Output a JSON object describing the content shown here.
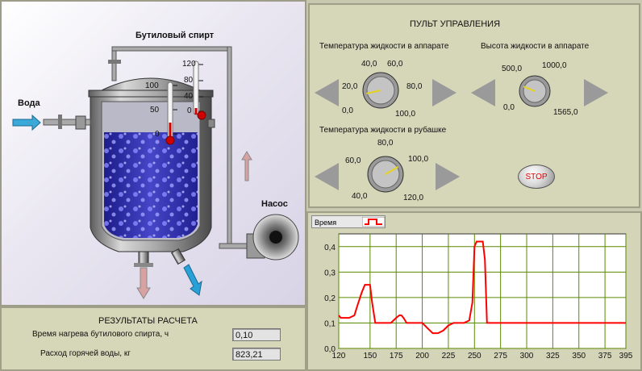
{
  "diagram": {
    "label_product": "Бутиловый спирт",
    "label_water": "Вода",
    "label_pump": "Насос",
    "thermo_left_ticks": [
      "100",
      "50",
      "0"
    ],
    "thermo_right_ticks": [
      "120",
      "80",
      "40",
      "0"
    ]
  },
  "control": {
    "title": "ПУЛЬТ УПРАВЛЕНИЯ",
    "dial1": {
      "title": "Температура жидкости в аппарате",
      "labels": [
        "0,0",
        "20,0",
        "40,0",
        "60,0",
        "80,0",
        "100,0"
      ],
      "level": 0.12
    },
    "dial2": {
      "title": "Высота жидкости в аппарате",
      "labels": [
        "0,0",
        "500,0",
        "1000,0",
        "1565,0"
      ],
      "level": 0.25
    },
    "dial3": {
      "title": "Температура жидкости в рубашке",
      "labels": [
        "40,0",
        "60,0",
        "80,0",
        "100,0",
        "120,0"
      ],
      "level": 0.72
    },
    "stop_label": "STOP"
  },
  "results": {
    "title": "РЕЗУЛЬТАТЫ РАСЧЕТА",
    "row1_label": "Время нагрева бутилового спирта, ч",
    "row1_value": "0,10",
    "row2_label": "Расход горячей воды, кг",
    "row2_value": "823,21"
  },
  "colors": {
    "line": "#ff0000",
    "grid": "#5a8a00",
    "plot_bg": "#ffffff"
  },
  "chart_data": {
    "type": "line",
    "series": [
      {
        "name": "Время",
        "x": [
          120,
          122,
          125,
          130,
          135,
          138,
          142,
          145,
          148,
          150,
          152,
          155,
          160,
          165,
          170,
          175,
          178,
          180,
          182,
          185,
          190,
          195,
          200,
          205,
          210,
          215,
          220,
          225,
          230,
          240,
          245,
          248,
          250,
          252,
          255,
          258,
          260,
          262,
          265,
          270,
          280,
          300,
          320,
          340,
          360,
          380,
          395
        ],
        "y": [
          0.13,
          0.12,
          0.12,
          0.12,
          0.13,
          0.17,
          0.22,
          0.25,
          0.25,
          0.25,
          0.18,
          0.1,
          0.1,
          0.1,
          0.1,
          0.12,
          0.13,
          0.13,
          0.12,
          0.1,
          0.1,
          0.1,
          0.1,
          0.08,
          0.06,
          0.06,
          0.07,
          0.09,
          0.1,
          0.1,
          0.11,
          0.18,
          0.4,
          0.42,
          0.42,
          0.42,
          0.35,
          0.1,
          0.1,
          0.1,
          0.1,
          0.1,
          0.1,
          0.1,
          0.1,
          0.1,
          0.1
        ]
      }
    ],
    "xlim": [
      120,
      395
    ],
    "ylim": [
      0,
      0.45
    ],
    "x_ticks": [
      "120",
      "150",
      "175",
      "200",
      "225",
      "250",
      "275",
      "300",
      "325",
      "350",
      "375",
      "395"
    ],
    "y_ticks": [
      "0,0",
      "0,1",
      "0,2",
      "0,3",
      "0,4"
    ],
    "grid": true,
    "legend": "top-left"
  }
}
